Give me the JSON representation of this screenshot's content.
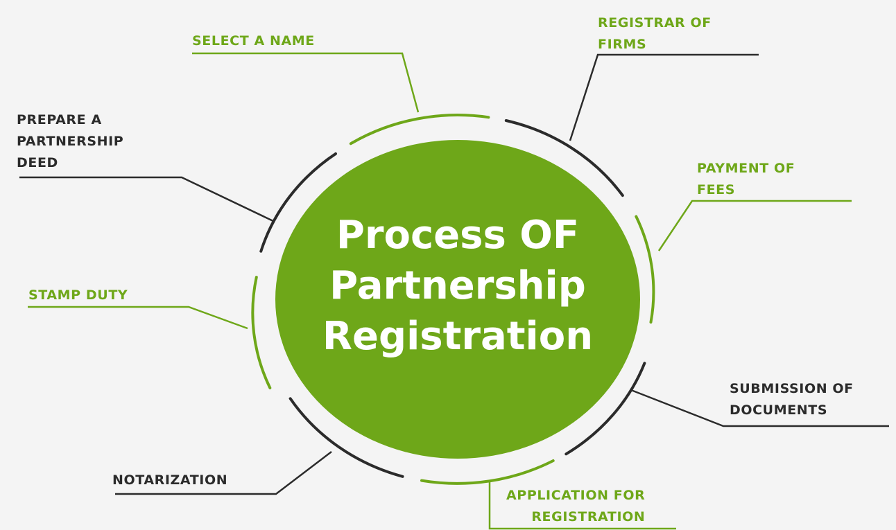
{
  "title": {
    "lines": [
      "Process OF",
      "Partnership",
      "Registration"
    ]
  },
  "steps": [
    {
      "id": "select-name",
      "lines": [
        "SELECT A NAME"
      ]
    },
    {
      "id": "registrar-of-firms",
      "lines": [
        "REGISTRAR OF",
        "FIRMS"
      ]
    },
    {
      "id": "prepare-deed",
      "lines": [
        "PREPARE A",
        "PARTNERSHIP",
        "DEED"
      ]
    },
    {
      "id": "payment-of-fees",
      "lines": [
        "PAYMENT OF",
        "FEES"
      ]
    },
    {
      "id": "stamp-duty",
      "lines": [
        "STAMP DUTY"
      ]
    },
    {
      "id": "submission-of-documents",
      "lines": [
        "SUBMISSION OF",
        "DOCUMENTS"
      ]
    },
    {
      "id": "notarization",
      "lines": [
        "NOTARIZATION"
      ]
    },
    {
      "id": "application-for-registration",
      "lines": [
        "APPLICATION FOR",
        "REGISTRATION"
      ]
    }
  ],
  "colors": {
    "accent_green": "#6ea719",
    "dark_text": "#2b2b2b",
    "background": "#f4f4f4",
    "title_text": "#ffffff"
  }
}
